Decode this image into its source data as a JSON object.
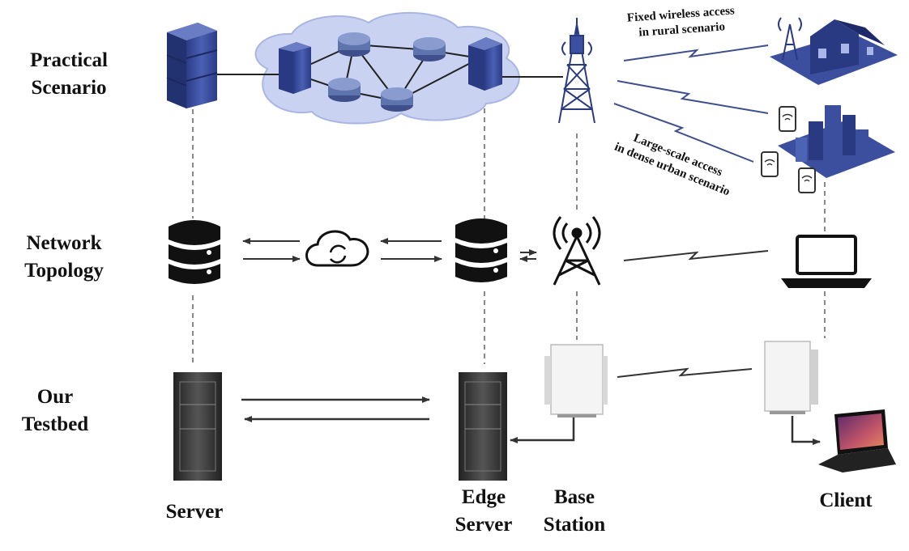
{
  "rows": {
    "practical": [
      "Practical",
      "Scenario"
    ],
    "network": [
      "Network",
      "Topology"
    ],
    "testbed": [
      "Our",
      "Testbed"
    ]
  },
  "bottom_labels": {
    "server": "Server",
    "edge_server": [
      "Edge",
      "Server"
    ],
    "base_station": [
      "Base",
      "Station"
    ],
    "client": "Client"
  },
  "annotations": {
    "rural": [
      "Fixed wireless access",
      "in rural scenario"
    ],
    "urban": [
      "Large-scale access",
      "in dense urban scenario"
    ]
  },
  "icons": [
    "server-rack-icon",
    "router-icon",
    "cloud-icon",
    "cell-tower-icon",
    "house-icon",
    "city-block-icon",
    "smartphone-icon",
    "database-icon",
    "laptop-icon",
    "base-station-box-icon",
    "lightning-link-icon"
  ],
  "colors": {
    "cloud_fill": "#c9d2f0",
    "server_blue": "#3a4fa0",
    "router_blue": "#5e74ad",
    "line": "#333333",
    "dashed": "#888888"
  }
}
